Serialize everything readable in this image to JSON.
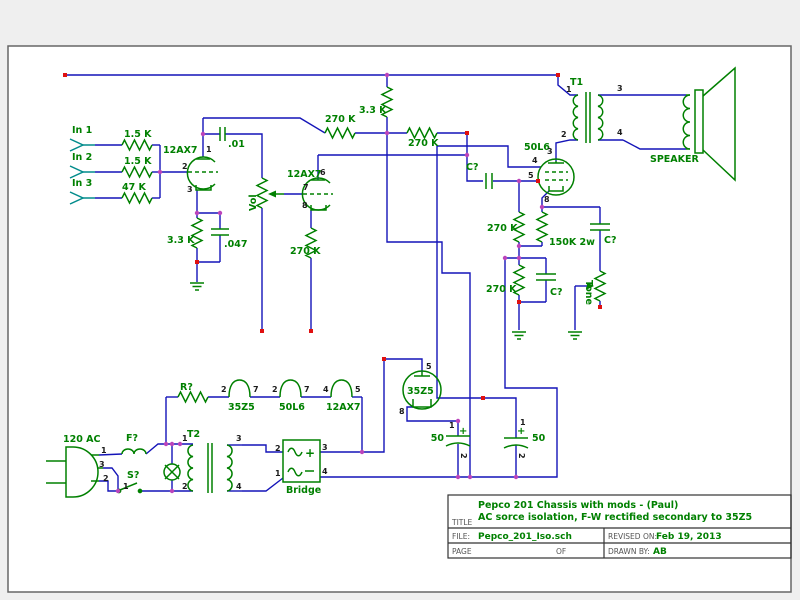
{
  "window": {
    "background": "#efefef",
    "canvas": "#ffffff"
  },
  "colors": {
    "wire": "#1414b8",
    "component": "#008000",
    "label": "#008000",
    "junction": "#bb44bb",
    "endpoint": "#e01010",
    "input_port": "#008b8b",
    "pin_text": "#1a1a1a"
  },
  "schematic": {
    "inputs": {
      "in1": "In 1",
      "in2": "In 2",
      "in3": "In 3"
    },
    "stage1": {
      "r1": "1.5 K",
      "r2": "1.5 K",
      "r3": "47 K",
      "tube": "12AX7",
      "coupling_cap": ".01",
      "cathode_r": "3.3 K",
      "cathode_cap": ".047"
    },
    "stage2": {
      "tube": "12AX7",
      "volume": "Vol",
      "cathode_r": "270 K"
    },
    "interstage": {
      "plate_r1": "270 K",
      "plate_r2": "270 K",
      "decoupling_r": "3.3 K",
      "coupling_cap": "C?"
    },
    "output_stage": {
      "tube": "50L6",
      "grid_r": "270 K",
      "cathode_r": "150K 2w",
      "bypass_r": "270 K",
      "bypass_cap": "C?",
      "tone_cap": "C?",
      "tone_pot": "Tone"
    },
    "output_transformer": {
      "name": "T1",
      "speaker": "SPEAKER"
    },
    "rectifier": {
      "tube": "35Z5",
      "filter_cap1": "50",
      "filter_cap2": "50",
      "plus": "+"
    },
    "heaters": {
      "dropping_r": "R?",
      "h1": "35Z5",
      "h2": "50L6",
      "h3": "12AX7"
    },
    "power": {
      "ac": "120 AC",
      "fuse": "F?",
      "switch": "S?",
      "transformer": "T2",
      "bridge": "Bridge",
      "plus": "+"
    },
    "pins": {
      "p1": "1",
      "p2": "2",
      "p3": "3",
      "p4": "4",
      "p5": "5",
      "p6": "6",
      "p7": "7",
      "p8": "8"
    }
  },
  "title_block": {
    "title_label": "TITLE",
    "title_line1": "Pepco 201 Chassis with mods - (Paul)",
    "title_line2": "AC sorce isolation, F-W rectified secondary to 35Z5",
    "file_label": "FILE:",
    "file_value": "Pepco_201_Iso.sch",
    "page_label": "PAGE",
    "of_label": "OF",
    "revised_label": "REVISED ON:",
    "revised_value": "Feb 19, 2013",
    "drawn_label": "DRAWN BY:",
    "drawn_value": "AB"
  }
}
